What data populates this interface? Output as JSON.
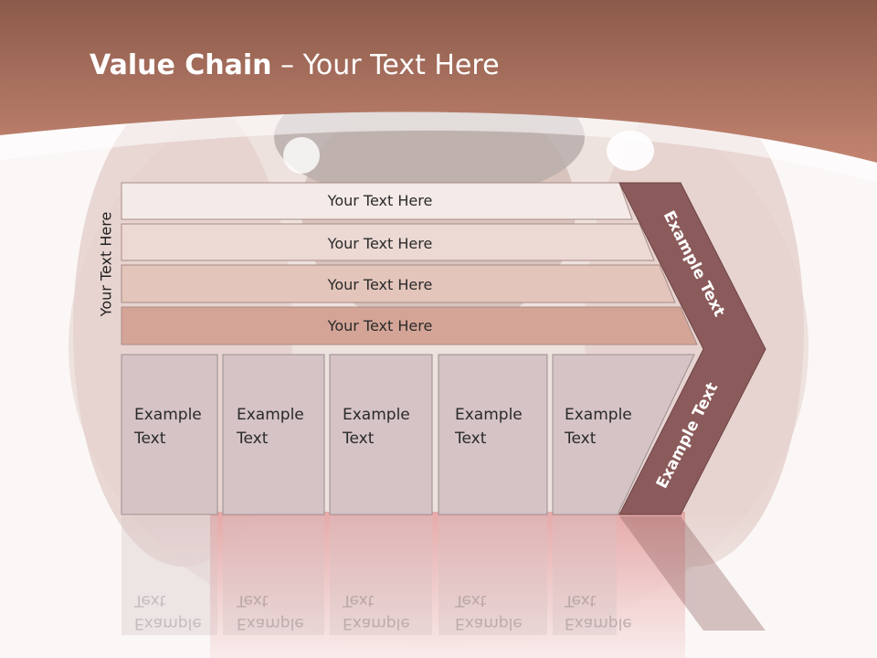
{
  "slide": {
    "title_bold": "Value Chain",
    "title_rest": " – Your Text Here",
    "side_label": "Your Text Here"
  },
  "support_rows": [
    {
      "label": "Your Text Here"
    },
    {
      "label": "Your Text Here"
    },
    {
      "label": "Your Text Here"
    },
    {
      "label": "Your Text Here"
    }
  ],
  "primary_boxes": [
    {
      "line1": "Example",
      "line2": "Text"
    },
    {
      "line1": "Example",
      "line2": "Text"
    },
    {
      "line1": "Example",
      "line2": "Text"
    },
    {
      "line1": "Example",
      "line2": "Text"
    },
    {
      "line1": "Example",
      "line2": "Text"
    }
  ],
  "margin_arrow": {
    "upper_text": "Example Text",
    "lower_text": "Example Text"
  },
  "colors": {
    "banner": "#b77a68",
    "arrow": "#8b5a5a",
    "row_fills": [
      "#f4eae8",
      "#ecd9d4",
      "#e4c5bb",
      "#d4a596"
    ],
    "box_fill": "#d5c3c5"
  }
}
